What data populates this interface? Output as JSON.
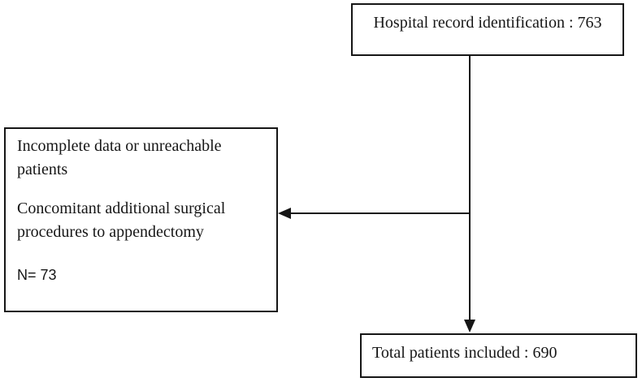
{
  "diagram": {
    "type": "patient-flowchart",
    "background_color": "#ffffff",
    "line_color": "#161616",
    "text_color": "#161616",
    "top_box": {
      "text": "Hospital record identification : 763",
      "value": 763
    },
    "exclusion_box": {
      "paragraph1": "Incomplete data or unreachable patients",
      "paragraph2": "Concomitant additional surgical procedures to appendectomy",
      "count": "N= 73",
      "value": 73
    },
    "bottom_box": {
      "text": "Total patients included : 690",
      "value": 690
    }
  }
}
